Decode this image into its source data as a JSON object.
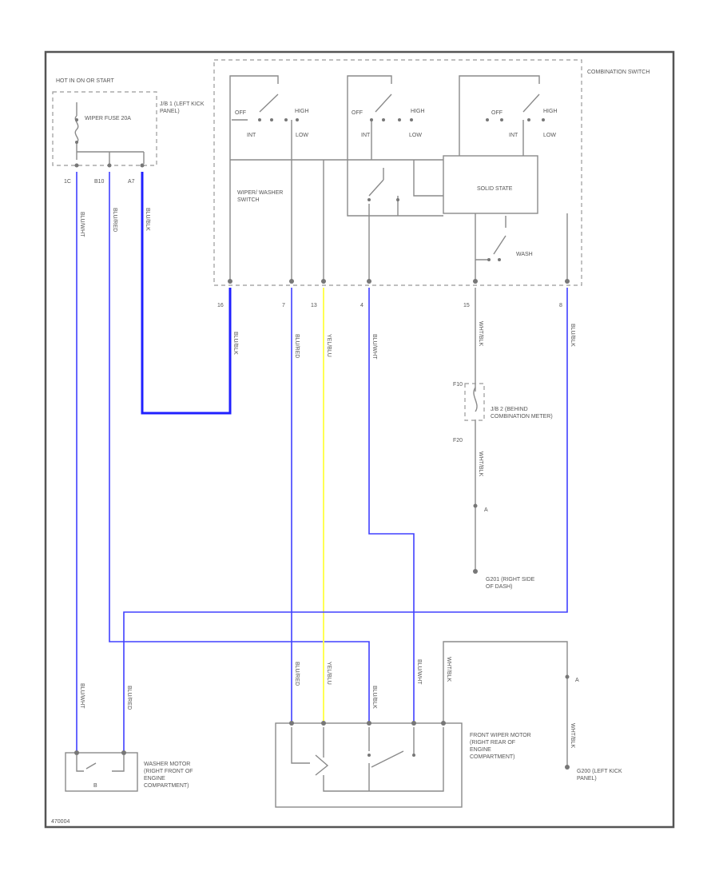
{
  "fuse_box": {
    "hot_in_label": "HOT IN ON OR START",
    "fuse_name": "WIPER FUSE 20A",
    "jb_label": "J/B 1 (LEFT KICK PANEL)",
    "pins": [
      "1C",
      "B10",
      "A7"
    ]
  },
  "combination_switch": {
    "title": "COMBINATION SWITCH",
    "switch_name": "WIPER/ WASHER SWITCH",
    "solid_state": "SOLID STATE",
    "washer_label": "WASH",
    "pos_labels": [
      "OFF",
      "HIGH",
      "INT",
      "LOW",
      "OFF",
      "HIGH",
      "INT",
      "LOW",
      "OFF",
      "HIGH",
      "INT",
      "LOW"
    ],
    "pins": [
      "16",
      "7",
      "13",
      "4",
      "15",
      "8"
    ]
  },
  "wires": {
    "w1": "BLU/WHT",
    "w2": "BLU/RED",
    "w3": "BLU/BLK",
    "w4": "BLU/BLK",
    "w5": "BLU/RED",
    "w6": "YEL/BLU",
    "w7": "BLU/WHT",
    "w8": "WHT/BLK",
    "w9": "BLU/BLK",
    "w10": "WHT/BLK",
    "w11": "BLU/WHT",
    "w12": "BLU/RED",
    "w13": "BLU/RED",
    "w14": "YEL/BLU",
    "w15": "BLU/BLK",
    "w16": "BLU/WHT",
    "w17": "WHT/BLK",
    "w18": "WHT/BLK"
  },
  "jb2": {
    "label": "J/B 2 (BEHIND COMBINATION METER)",
    "conn_top": "F10",
    "conn_bottom": "F20"
  },
  "grounds": {
    "g201": "G201 (RIGHT SIDE OF DASH)",
    "g200": "G200 (LEFT KICK PANEL)",
    "marker_a": "A",
    "marker_a2": "A"
  },
  "washer_motor": {
    "label": "WASHER MOTOR (RIGHT FRONT OF ENGINE COMPARTMENT)",
    "marker": "B"
  },
  "wiper_motor": {
    "label": "FRONT WIPER MOTOR (RIGHT REAR OF ENGINE COMPARTMENT)"
  },
  "footer_code": "470004"
}
